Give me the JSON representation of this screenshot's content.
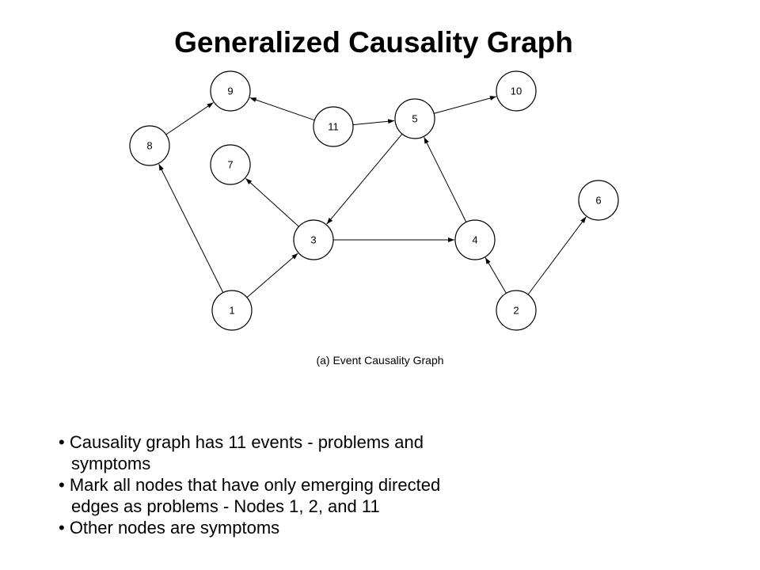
{
  "title": "Generalized Causality Graph",
  "graph": {
    "caption": "(a) Event Causality Graph",
    "nodes": [
      {
        "id": "1",
        "label": "1"
      },
      {
        "id": "2",
        "label": "2"
      },
      {
        "id": "3",
        "label": "3"
      },
      {
        "id": "4",
        "label": "4"
      },
      {
        "id": "5",
        "label": "5"
      },
      {
        "id": "6",
        "label": "6"
      },
      {
        "id": "7",
        "label": "7"
      },
      {
        "id": "8",
        "label": "8"
      },
      {
        "id": "9",
        "label": "9"
      },
      {
        "id": "10",
        "label": "10"
      },
      {
        "id": "11",
        "label": "11"
      }
    ],
    "edges": [
      {
        "from": "1",
        "to": "8"
      },
      {
        "from": "1",
        "to": "3"
      },
      {
        "from": "8",
        "to": "9"
      },
      {
        "from": "11",
        "to": "9"
      },
      {
        "from": "11",
        "to": "5"
      },
      {
        "from": "5",
        "to": "10"
      },
      {
        "from": "5",
        "to": "3"
      },
      {
        "from": "3",
        "to": "7"
      },
      {
        "from": "3",
        "to": "4"
      },
      {
        "from": "4",
        "to": "5"
      },
      {
        "from": "2",
        "to": "4"
      },
      {
        "from": "2",
        "to": "6"
      }
    ]
  },
  "bullets": [
    {
      "line1": "• Causality graph has 11 events - problems and",
      "line2": "symptoms"
    },
    {
      "line1": "• Mark all nodes that have only emerging directed",
      "line2": "edges as problems - Nodes 1, 2, and 11"
    },
    {
      "line1": "• Other nodes are symptoms",
      "line2": ""
    }
  ]
}
